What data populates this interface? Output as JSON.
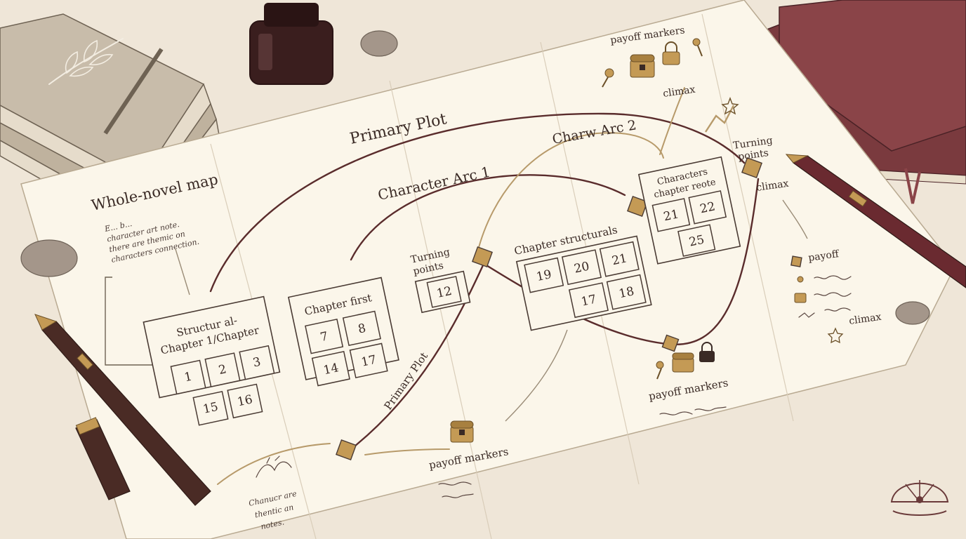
{
  "diagram": {
    "title": "Whole-novel map",
    "title_note": [
      "E... b...",
      "character art note.",
      "there are themic on",
      "characters connection."
    ],
    "primary_plot_top": "Primary Plot",
    "primary_plot_diag": "Primary Plot",
    "character_arc_1": "Character Arc 1",
    "character_arc_2": "Charw Arc 2",
    "structural_group": {
      "title_1": "Structur al-",
      "title_2": "Chapter 1/Chapter",
      "cards": [
        "1",
        "2",
        "3",
        "15",
        "16"
      ]
    },
    "chapter_first_group": {
      "title": "Chapter first",
      "cards": [
        "7",
        "8",
        "14",
        "17"
      ]
    },
    "turning_points_left": {
      "label_1": "Turning",
      "label_2": "points",
      "cards": [
        "12"
      ]
    },
    "chapter_structurals_group": {
      "title": "Chapter structurals",
      "cards": [
        "19",
        "20",
        "21",
        "17",
        "18"
      ]
    },
    "characters_group": {
      "title_1": "Characters",
      "title_2": "chapter reote",
      "cards": [
        "21",
        "22",
        "25"
      ]
    },
    "turning_points_right": {
      "label_1": "Turning",
      "label_2": "points"
    },
    "climax_right": "climax",
    "climax_top": "climax",
    "payoff_top": "payoff markers",
    "payoff_mid": "payoff markers",
    "payoff_bottom": "payoff markers",
    "legend": {
      "payoff": "payoff",
      "climax": "climax"
    },
    "bottom_note": [
      "Chanucr are",
      "thentic an",
      "notes."
    ]
  },
  "colors": {
    "ink": "#3a2a25",
    "arc": "#5a2c2c",
    "gold_arc": "#b79a6a",
    "marker": "#c49a55",
    "paper": "#fbf6ea",
    "desk": "#efe6d8",
    "book_red": "#7a3a3e"
  }
}
